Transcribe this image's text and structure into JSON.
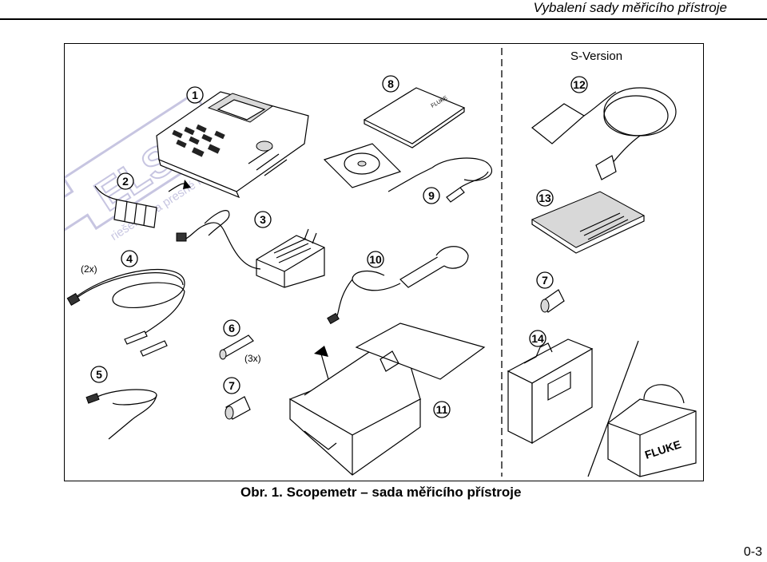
{
  "header": {
    "title": "Vybalení sady měřicího přístroje"
  },
  "figure": {
    "version_label": "S-Version",
    "watermark": "ELSO",
    "watermark_tagline": "riešenia na presné meranie",
    "callouts": [
      "1",
      "2",
      "3",
      "4",
      "5",
      "6",
      "7",
      "8",
      "9",
      "10",
      "11",
      "12",
      "13",
      "7",
      "14"
    ],
    "qty_4": "(2x)",
    "qty_6": "(3x)",
    "brand": "FLUKE"
  },
  "caption": "Obr. 1. Scopemetr – sada měřicího přístroje",
  "page_number": "0-3"
}
